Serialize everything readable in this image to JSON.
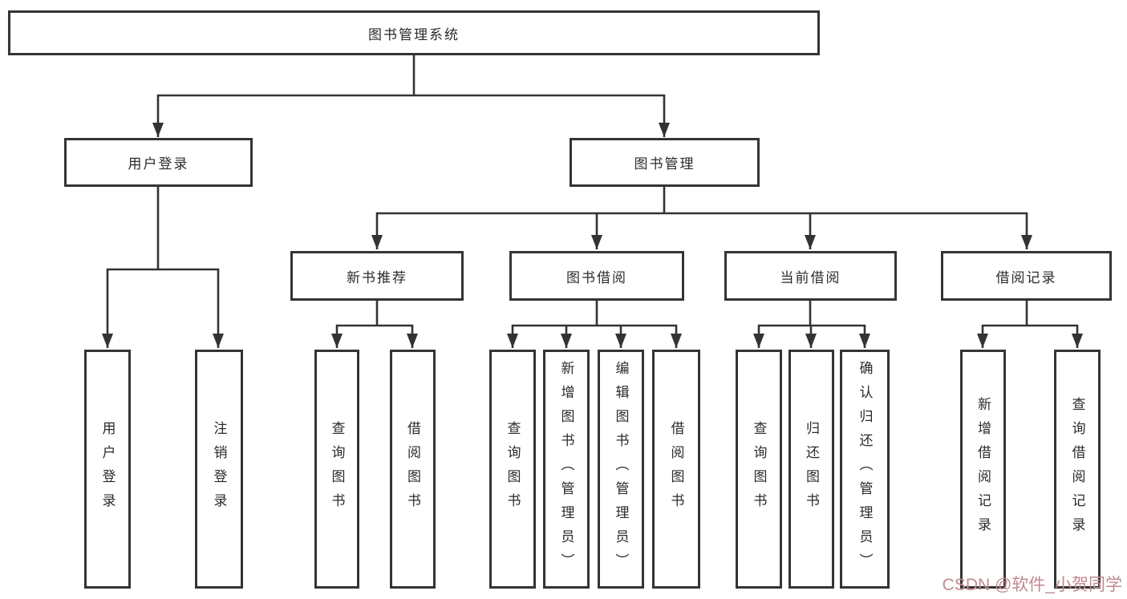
{
  "diagram": {
    "title": "图书管理系统",
    "colors": {
      "line": "#333333",
      "border": "#343434",
      "text": "#2b2b2b",
      "background": "#ffffff",
      "watermark": "#c08a91"
    },
    "nodes": {
      "root": "图书管理系统",
      "user_login": "用户登录",
      "book_mgmt": "图书管理",
      "new_book": "新书推荐",
      "borrow": "图书借阅",
      "current": "当前借阅",
      "records": "借阅记录",
      "login_leaf": "用户登录",
      "logout_leaf": "注销登录",
      "new_book_query": "查询图书",
      "new_book_borrow": "借阅图书",
      "borrow_query": "查询图书",
      "borrow_add": "新增图书（管理员）",
      "borrow_edit": "编辑图书（管理员）",
      "borrow_borrow": "借阅图书",
      "current_query": "查询图书",
      "current_return": "归还图书",
      "current_confirm": "确认归还（管理员）",
      "records_add": "新增借阅记录",
      "records_query": "查询借阅记录"
    },
    "watermark": {
      "text": "CSDN @软件_小贺同学"
    }
  }
}
